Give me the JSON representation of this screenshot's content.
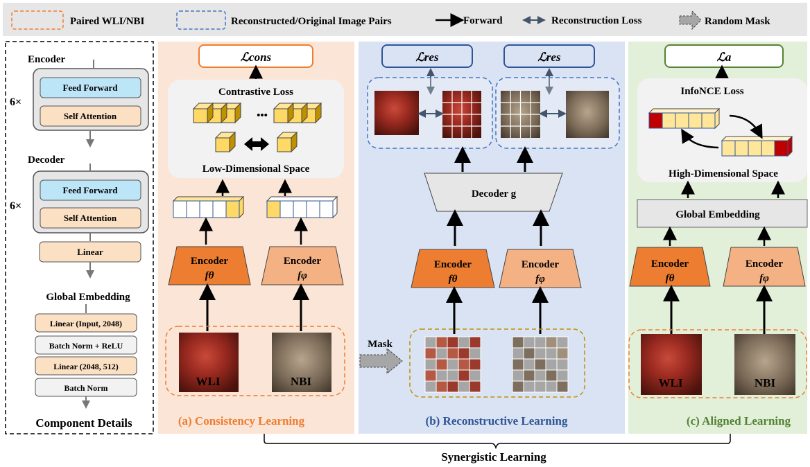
{
  "legend": {
    "paired": "Paired WLI/NBI",
    "pairs": "Reconstructed/Original Image Pairs",
    "forward": "Forward",
    "recon_loss": "Reconstruction Loss",
    "random_mask": "Random Mask"
  },
  "component": {
    "encoder_title": "Encoder",
    "decoder_title": "Decoder",
    "repeat_enc": "6×",
    "repeat_dec": "6×",
    "feed_forward": "Feed Forward",
    "self_attention": "Self Attention",
    "linear": "Linear",
    "global_embedding": "Global Embedding",
    "ge_linear1": "Linear (Input, 2048)",
    "ge_bn_relu": "Batch Norm + ReLU",
    "ge_linear2": "Linear (2048, 512)",
    "ge_bn": "Batch Norm",
    "title": "Component Details"
  },
  "panel_a": {
    "loss": "ℒcons",
    "contrastive": "Contrastive Loss",
    "dots": "•••",
    "space": "Low-Dimensional Space",
    "enc1": "Encoder",
    "enc1_sym": "fθ",
    "enc2": "Encoder",
    "enc2_sym": "fφ",
    "wli": "WLI",
    "nbi": "NBI",
    "caption": "(a) Consistency Learning"
  },
  "panel_b": {
    "loss1": "ℒres",
    "loss2": "ℒres",
    "decoder": "Decoder g",
    "enc1": "Encoder",
    "enc1_sym": "fθ",
    "enc2": "Encoder",
    "enc2_sym": "fφ",
    "mask": "Mask",
    "caption": "(b) Reconstructive Learning"
  },
  "panel_c": {
    "loss": "ℒa",
    "infonce": "InfoNCE Loss",
    "space": "High-Dimensional Space",
    "global": "Global Embedding",
    "enc1": "Encoder",
    "enc1_sym": "fθ",
    "enc2": "Encoder",
    "enc2_sym": "fφ",
    "wli": "WLI",
    "nbi": "NBI",
    "caption": "(c) Aligned Learning"
  },
  "bottom": {
    "synergistic": "Synergistic Learning"
  },
  "colors": {
    "orange_dark": "#ED7D31",
    "orange_light": "#F4B183",
    "panel_a_bg": "#FBE5D6",
    "panel_b_bg": "#DAE3F3",
    "panel_c_bg": "#E2F0D9",
    "blue_border": "#2F5597",
    "green_border": "#548235",
    "yellow_cell": "#FFD966"
  }
}
